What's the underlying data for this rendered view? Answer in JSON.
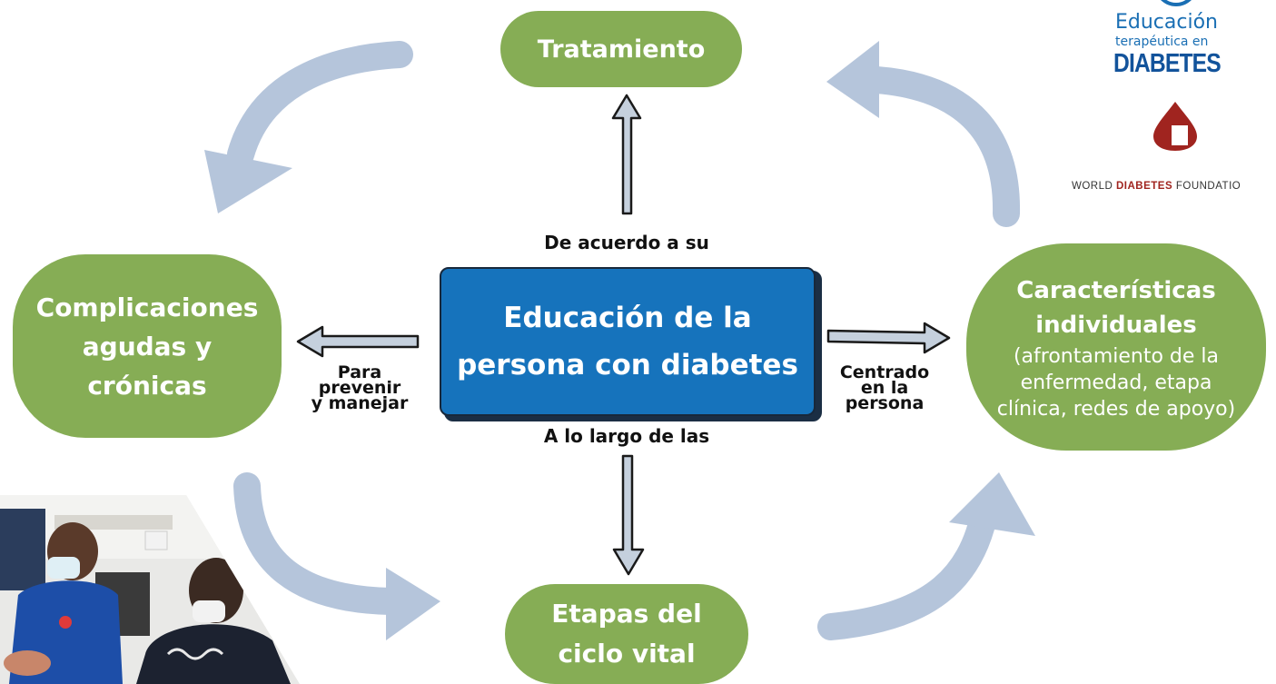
{
  "colors": {
    "node_green": "#86ad55",
    "center_blue": "#1673bc",
    "cycle_arrow": "#b5c5db",
    "logo_blue": "#1a6fb4",
    "wdf_red": "#a0241f"
  },
  "diagram": {
    "center": {
      "line1": "Educación de la",
      "line2": "persona con diabetes"
    },
    "nodes": {
      "treatment": "Tratamiento",
      "complications": {
        "line1": "Complicaciones",
        "line2": "agudas y",
        "line3": "crónicas"
      },
      "stages": {
        "line1": "Etapas del",
        "line2": "ciclo vital"
      },
      "characteristics": {
        "title1": "Características",
        "title2": "individuales",
        "desc1": "(afrontamiento de la",
        "desc2": "enfermedad, etapa",
        "desc3": "clínica, redes de apoyo)"
      }
    },
    "labels": {
      "top": "De acuerdo a su",
      "bottom": "A lo largo de las",
      "left": {
        "line1": "Para",
        "line2": "prevenir",
        "line3": "y manejar"
      },
      "right": {
        "line1": "Centrado",
        "line2": "en la",
        "line3": "persona"
      }
    }
  },
  "logos": {
    "program": {
      "line1": "Educación",
      "line2": "terapéutica en",
      "line3": "DIABETES"
    },
    "wdf": {
      "part1": "WORLD ",
      "part2": "DIABETES",
      "part3": " FOUNDATIO"
    }
  },
  "photo": {
    "icon": "clinic-photo"
  }
}
